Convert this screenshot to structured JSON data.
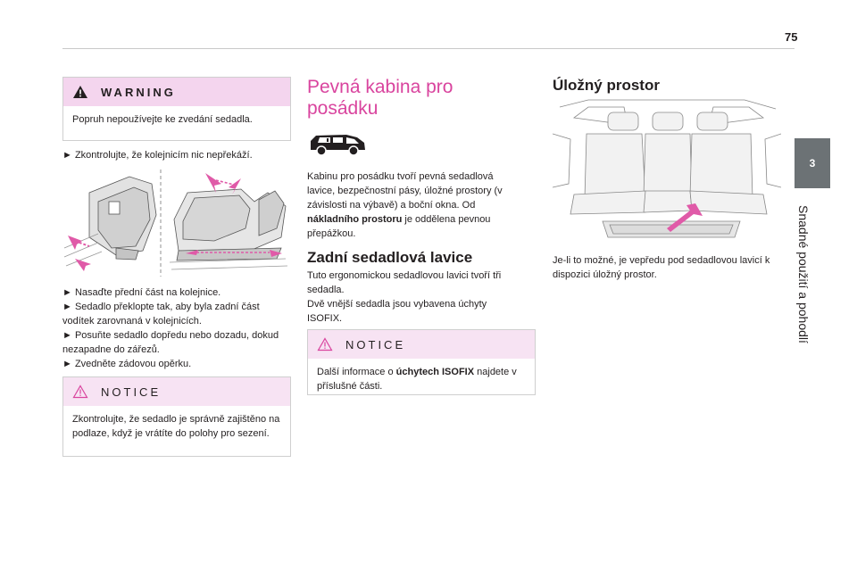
{
  "page": {
    "number": "75"
  },
  "side_tab": {
    "chapter": "3",
    "title": "Snadné použití a pohodlí"
  },
  "col1": {
    "warning": {
      "label": "WARNING",
      "text": "Popruh nepoužívejte ke zvedání sedadla."
    },
    "check": "► Zkontrolujte, že kolejnicím nic nepřekáží.",
    "steps": [
      "► Nasaďte přední část na kolejnice.",
      "► Sedadlo překlopte tak, aby byla zadní část vodítek zarovnaná v kolejnicích.",
      "► Posuňte sedadlo dopředu nebo dozadu, dokud nezapadne do zářezů.",
      "► Zvedněte zádovou opěrku."
    ],
    "notice": {
      "label": "NOTICE",
      "text": "Zkontrolujte, že sedadlo je správně zajištěno na podlaze, když je vrátíte do polohy pro sezení."
    }
  },
  "col2": {
    "heading": "Pevná kabina pro posádku",
    "intro_a": "Kabinu pro posádku tvoří pevná sedadlová lavice, bezpečnostní pásy, úložné prostory (v závislosti na výbavě) a boční okna. Od ",
    "intro_bold": "nákladního prostoru",
    "intro_b": " je oddělena pevnou přepážkou.",
    "subheading": "Zadní sedadlová lavice",
    "bench_text": "Tuto ergonomickou sedadlovou lavici tvoří tři sedadla.",
    "isofix_text": "Dvě vnější sedadla jsou vybavena úchyty ISOFIX.",
    "notice": {
      "label": "NOTICE",
      "text_a": "Další informace o ",
      "text_bold": "úchytech ISOFIX",
      "text_b": " najdete v příslušné části."
    }
  },
  "col3": {
    "heading": "Úložný prostor",
    "text": "Je-li to možné, je vepředu pod sedadlovou lavicí k dispozici úložný prostor."
  },
  "colors": {
    "accent": "#d9449e",
    "warning_bg": "#f4d5ee",
    "notice_bg": "#f7e3f3",
    "tab": "#6c7275"
  }
}
